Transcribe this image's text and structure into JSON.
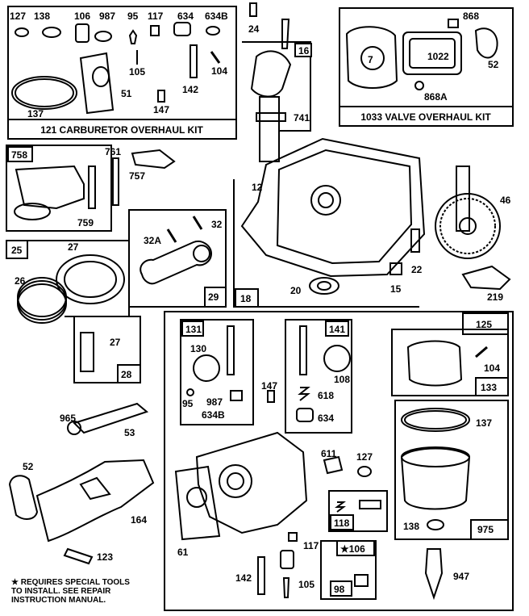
{
  "kits": {
    "carburetor": "121 CARBURETOR OVERHAUL KIT",
    "valve": "1033 VALVE OVERHAUL KIT"
  },
  "note": {
    "line1": "★ REQUIRES SPECIAL TOOLS",
    "line2": "TO INSTALL. SEE REPAIR",
    "line3": "INSTRUCTION MANUAL."
  },
  "labels": {
    "l127a": "127",
    "l138a": "138",
    "l106a": "106",
    "l987a": "987",
    "l95a": "95",
    "l117a": "117",
    "l634a": "634",
    "l634Ba": "634B",
    "l105a": "105",
    "l104a": "104",
    "l142a": "142",
    "l147a": "147",
    "l51a": "51",
    "l137a": "137",
    "l24": "24",
    "l16": "16",
    "l741": "741",
    "l868": "868",
    "l7": "7",
    "l1022": "1022",
    "l52a": "52",
    "l868A": "868A",
    "l758": "758",
    "l759": "759",
    "l761": "761",
    "l757": "757",
    "l12": "12",
    "l46": "46",
    "l18": "18",
    "l20": "20",
    "l22": "22",
    "l15": "15",
    "l219": "219",
    "l32": "32",
    "l32A": "32A",
    "l29": "29",
    "l25": "25",
    "l27a": "27",
    "l26": "26",
    "l27b": "27",
    "l28": "28",
    "l965": "965",
    "l53": "53",
    "l52b": "52",
    "l164": "164",
    "l123": "123",
    "l131": "131",
    "l130": "130",
    "l95b": "95",
    "l987b": "987",
    "l634Bb": "634B",
    "l141": "141",
    "l108": "108",
    "l618": "618",
    "l634b": "634",
    "l147b": "147",
    "l611": "611",
    "l127b": "127",
    "l125": "125",
    "l104b": "104",
    "l133": "133",
    "l137b": "137",
    "l138b": "138",
    "l975": "975",
    "l118": "118",
    "l106b": "★106",
    "l117b": "117",
    "l98": "98",
    "l105b": "105",
    "l142b": "142",
    "l61": "61",
    "l947": "947"
  }
}
